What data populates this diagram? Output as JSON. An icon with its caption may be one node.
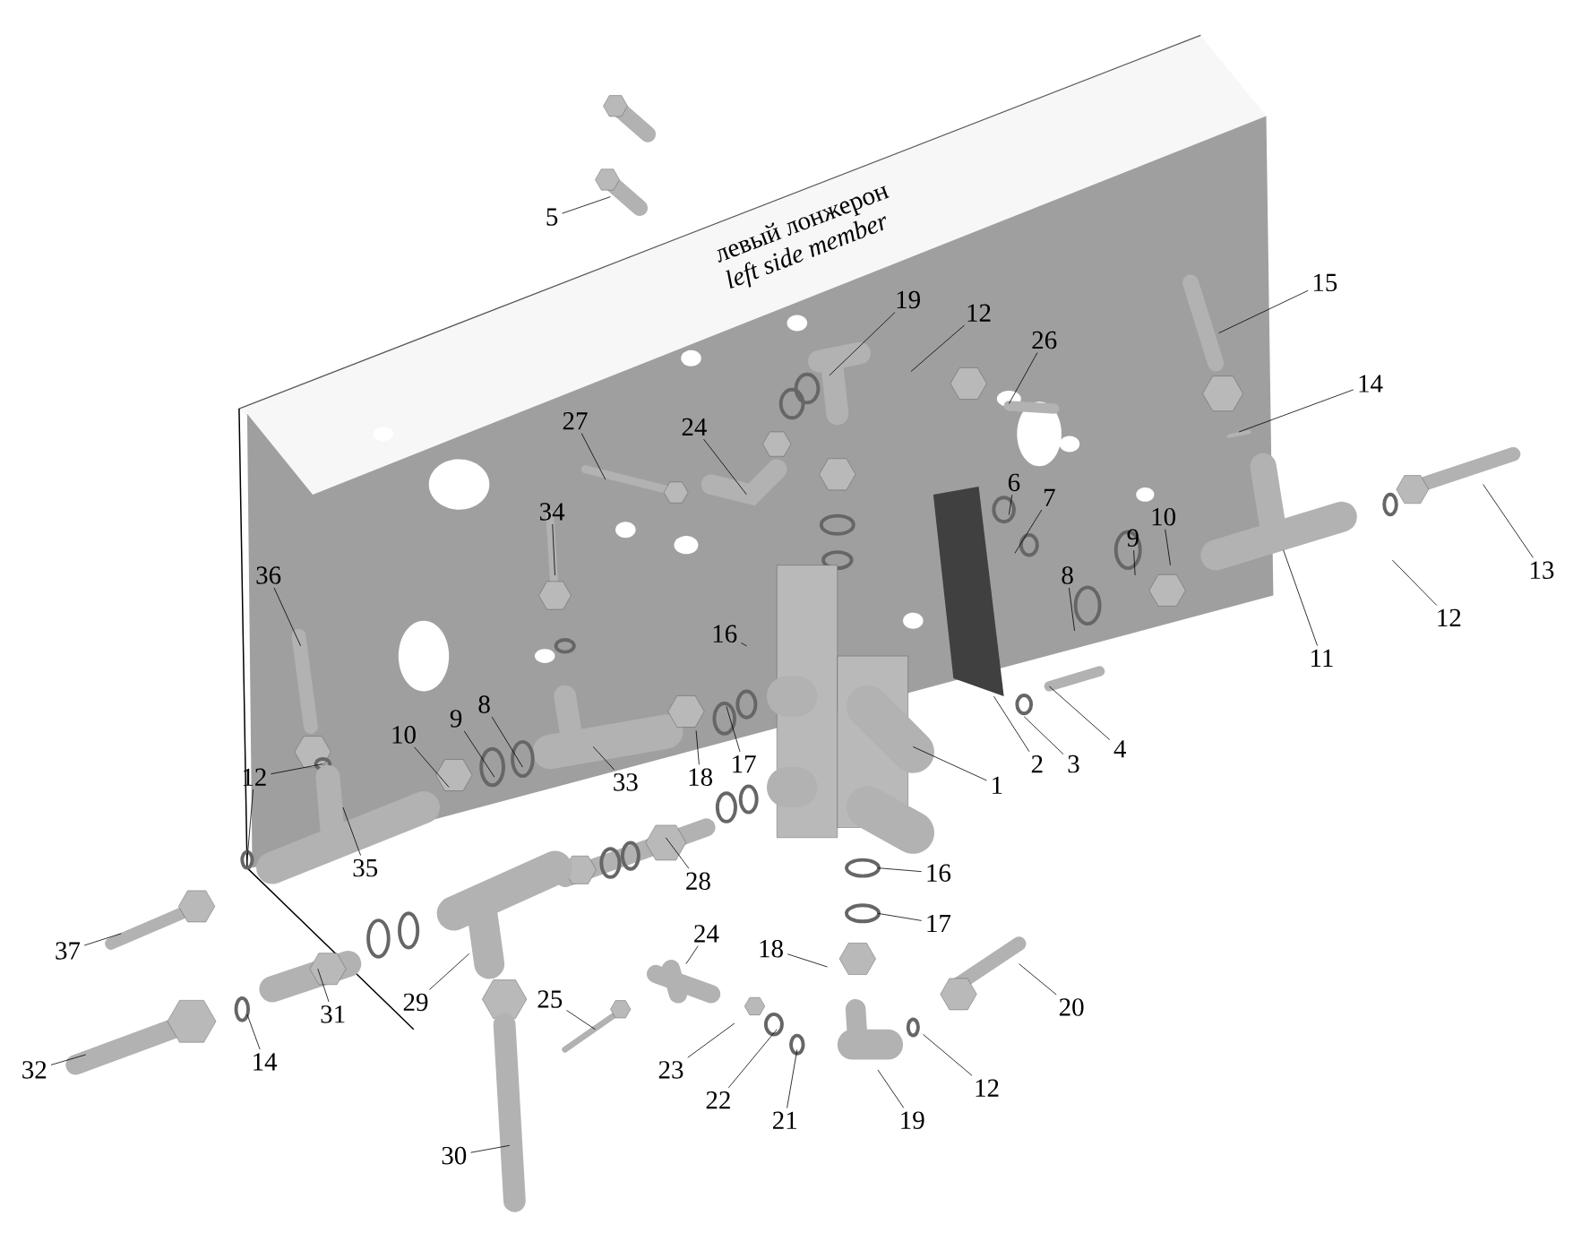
{
  "diagram": {
    "nodes": [
      {
        "text": [
          "5"
        ]
      },
      {
        "text": [
          "19"
        ]
      },
      {
        "text": [
          "12"
        ]
      },
      {
        "text": [
          "26"
        ]
      },
      {
        "text": [
          "15"
        ]
      },
      {
        "text": [
          "14"
        ]
      },
      {
        "text": [
          "27"
        ]
      },
      {
        "text": [
          "24"
        ]
      },
      {
        "text": [
          "34"
        ]
      },
      {
        "text": [
          "6"
        ]
      },
      {
        "text": [
          "7"
        ]
      },
      {
        "text": [
          "8"
        ]
      },
      {
        "text": [
          "9"
        ]
      },
      {
        "text": [
          "10"
        ]
      },
      {
        "text": [
          "11"
        ]
      },
      {
        "text": [
          "12"
        ]
      },
      {
        "text": [
          "13"
        ]
      },
      {
        "text": [
          "36"
        ]
      },
      {
        "text": [
          "16"
        ]
      },
      {
        "text": [
          "10"
        ]
      },
      {
        "text": [
          "9"
        ]
      },
      {
        "text": [
          "8"
        ]
      },
      {
        "text": [
          "17"
        ]
      },
      {
        "text": [
          "18"
        ]
      },
      {
        "text": [
          "33"
        ]
      },
      {
        "text": [
          "2"
        ]
      },
      {
        "text": [
          "3"
        ]
      },
      {
        "text": [
          "4"
        ]
      },
      {
        "text": [
          "1"
        ]
      },
      {
        "text": [
          "12"
        ]
      },
      {
        "text": [
          "35"
        ]
      },
      {
        "text": [
          "28"
        ]
      },
      {
        "text": [
          "16"
        ]
      },
      {
        "text": [
          "17"
        ]
      },
      {
        "text": [
          "37"
        ]
      },
      {
        "text": [
          "24"
        ]
      },
      {
        "text": [
          "18"
        ]
      },
      {
        "text": [
          "29"
        ]
      },
      {
        "text": [
          "31"
        ]
      },
      {
        "text": [
          "14"
        ]
      },
      {
        "text": [
          "32"
        ]
      },
      {
        "text": [
          "25"
        ]
      },
      {
        "text": [
          "20"
        ]
      },
      {
        "text": [
          "23"
        ]
      },
      {
        "text": [
          "22"
        ]
      },
      {
        "text": [
          "21"
        ]
      },
      {
        "text": [
          "12"
        ]
      },
      {
        "text": [
          "19"
        ]
      },
      {
        "text": [
          "30"
        ]
      }
    ],
    "edges": [
      {
        "from": 0,
        "to": null,
        "arrow": "none"
      },
      {
        "from": 1,
        "to": null,
        "arrow": "none"
      },
      {
        "from": 2,
        "to": null,
        "arrow": "none"
      },
      {
        "from": 3,
        "to": null,
        "arrow": "none"
      },
      {
        "from": 4,
        "to": null,
        "arrow": "none"
      },
      {
        "from": 5,
        "to": null,
        "arrow": "none"
      },
      {
        "from": 6,
        "to": null,
        "arrow": "none"
      },
      {
        "from": 7,
        "to": null,
        "arrow": "none"
      },
      {
        "from": 8,
        "to": null,
        "arrow": "none"
      },
      {
        "from": 9,
        "to": null,
        "arrow": "none"
      },
      {
        "from": 10,
        "to": null,
        "arrow": "none"
      },
      {
        "from": 11,
        "to": null,
        "arrow": "none"
      },
      {
        "from": 12,
        "to": null,
        "arrow": "none"
      },
      {
        "from": 13,
        "to": null,
        "arrow": "none"
      },
      {
        "from": 14,
        "to": null,
        "arrow": "none"
      },
      {
        "from": 15,
        "to": null,
        "arrow": "none"
      },
      {
        "from": 16,
        "to": null,
        "arrow": "none"
      },
      {
        "from": 17,
        "to": null,
        "arrow": "none"
      },
      {
        "from": 18,
        "to": null,
        "arrow": "none"
      },
      {
        "from": 19,
        "to": null,
        "arrow": "none"
      },
      {
        "from": 20,
        "to": null,
        "arrow": "none"
      },
      {
        "from": 21,
        "to": null,
        "arrow": "none"
      },
      {
        "from": 22,
        "to": null,
        "arrow": "none"
      },
      {
        "from": 23,
        "to": null,
        "arrow": "none"
      },
      {
        "from": 24,
        "to": null,
        "arrow": "none"
      },
      {
        "from": 25,
        "to": null,
        "arrow": "none"
      },
      {
        "from": 26,
        "to": null,
        "arrow": "none"
      },
      {
        "from": 27,
        "to": null,
        "arrow": "none"
      },
      {
        "from": 28,
        "to": null,
        "arrow": "none"
      },
      {
        "from": 29,
        "to": null,
        "arrow": "none"
      },
      {
        "from": 29,
        "to": null,
        "arrow": "none"
      },
      {
        "from": 30,
        "to": null,
        "arrow": "none"
      },
      {
        "from": 31,
        "to": null,
        "arrow": "none"
      },
      {
        "from": 32,
        "to": null,
        "arrow": "none"
      },
      {
        "from": 33,
        "to": null,
        "arrow": "none"
      },
      {
        "from": 34,
        "to": null,
        "arrow": "none"
      },
      {
        "from": 35,
        "to": null,
        "arrow": "none"
      },
      {
        "from": 36,
        "to": null,
        "arrow": "none"
      },
      {
        "from": 37,
        "to": null,
        "arrow": "none"
      },
      {
        "from": 38,
        "to": null,
        "arrow": "none"
      },
      {
        "from": 39,
        "to": null,
        "arrow": "none"
      },
      {
        "from": 40,
        "to": null,
        "arrow": "none"
      },
      {
        "from": 41,
        "to": null,
        "arrow": "none"
      },
      {
        "from": 42,
        "to": null,
        "arrow": "none"
      },
      {
        "from": 43,
        "to": null,
        "arrow": "none"
      },
      {
        "from": 44,
        "to": null,
        "arrow": "none"
      },
      {
        "from": 45,
        "to": null,
        "arrow": "none"
      },
      {
        "from": 46,
        "to": null,
        "arrow": "none"
      },
      {
        "from": 47,
        "to": null,
        "arrow": "none"
      },
      {
        "from": 48,
        "to": null,
        "arrow": "none"
      }
    ],
    "labels": [
      "левый лонжерон",
      "left side member"
    ]
  }
}
